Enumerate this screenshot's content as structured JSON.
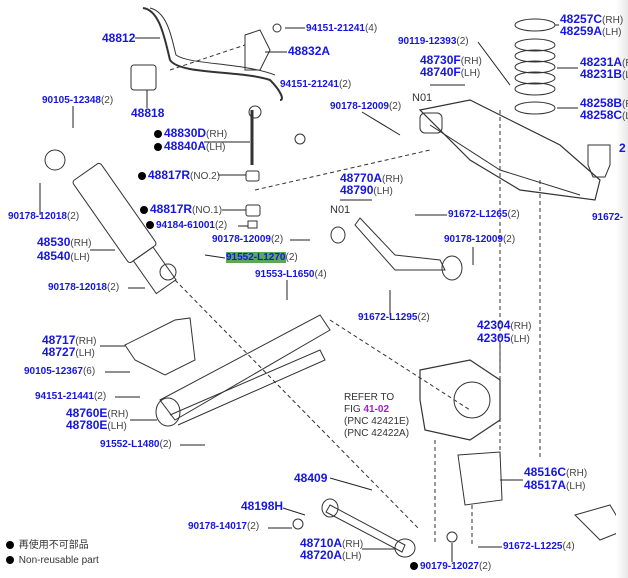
{
  "labels": [
    {
      "code": "48812",
      "suffix": ""
    },
    {
      "code": "94151-21241",
      "suffix": "(4)"
    },
    {
      "code": "48832A",
      "suffix": ""
    },
    {
      "code": "94151-21241",
      "suffix": "(2)"
    },
    {
      "code": "48818",
      "suffix": ""
    },
    {
      "code": "90105-12348",
      "suffix": "(2)"
    },
    {
      "code": "48830D",
      "suffix": "(RH)"
    },
    {
      "code": "48840A",
      "suffix": "(LH)"
    },
    {
      "code": "48817R",
      "suffix": "(NO.2)"
    },
    {
      "code": "48817R",
      "suffix": "(NO.1)"
    },
    {
      "code": "94184-61001",
      "suffix": "(2)"
    },
    {
      "code": "90178-12018",
      "suffix": "(2)"
    },
    {
      "code": "48530",
      "suffix": "(RH)"
    },
    {
      "code": "48540",
      "suffix": "(LH)"
    },
    {
      "code": "90178-12009",
      "suffix": "(2)"
    },
    {
      "code": "91552-L1270",
      "suffix": "(2)"
    },
    {
      "code": "91553-L1650",
      "suffix": "(4)"
    },
    {
      "code": "90178-12018",
      "suffix": "(2)"
    },
    {
      "code": "90119-12393",
      "suffix": "(2)"
    },
    {
      "code": "48730F",
      "suffix": "(RH)"
    },
    {
      "code": "48740F",
      "suffix": "(LH)"
    },
    {
      "code": "90178-12009",
      "suffix": "(2)"
    },
    {
      "code": "48257C",
      "suffix": "(RH)"
    },
    {
      "code": "48259A",
      "suffix": "(LH)"
    },
    {
      "code": "48231A",
      "suffix": "(R"
    },
    {
      "code": "48231B",
      "suffix": "(L"
    },
    {
      "code": "48258B",
      "suffix": "(R"
    },
    {
      "code": "48258C",
      "suffix": "(L"
    },
    {
      "code": "2",
      "suffix": ""
    },
    {
      "code": "48770A",
      "suffix": "(RH)"
    },
    {
      "code": "48790",
      "suffix": "(LH)"
    },
    {
      "code": "91672-L1265",
      "suffix": "(2)"
    },
    {
      "code": "90178-12009",
      "suffix": "(2)"
    },
    {
      "code": "91672-",
      "suffix": ""
    },
    {
      "code": "91672-L1295",
      "suffix": "(2)"
    },
    {
      "code": "42304",
      "suffix": "(RH)"
    },
    {
      "code": "42305",
      "suffix": "(LH)"
    },
    {
      "code": "48717",
      "suffix": "(RH)"
    },
    {
      "code": "48727",
      "suffix": "(LH)"
    },
    {
      "code": "90105-12367",
      "suffix": "(6)"
    },
    {
      "code": "94151-21441",
      "suffix": "(2)"
    },
    {
      "code": "48760E",
      "suffix": "(RH)"
    },
    {
      "code": "48780E",
      "suffix": "(LH)"
    },
    {
      "code": "91552-L1480",
      "suffix": "(2)"
    },
    {
      "code": "48516C",
      "suffix": "(RH)"
    },
    {
      "code": "48517A",
      "suffix": "(LH)"
    },
    {
      "code": "48409",
      "suffix": ""
    },
    {
      "code": "48198H",
      "suffix": ""
    },
    {
      "code": "90178-14017",
      "suffix": "(2)"
    },
    {
      "code": "48710A",
      "suffix": "(RH)"
    },
    {
      "code": "48720A",
      "suffix": "(LH)"
    },
    {
      "code": "91672-L1225",
      "suffix": "(4)"
    },
    {
      "code": "90179-12027",
      "suffix": "(2)"
    }
  ],
  "n01": "N01",
  "refer": {
    "line1": "REFER TO",
    "fig_prefix": "FIG ",
    "fig_link": "41-02",
    "pnc1": "(PNC 42421E)",
    "pnc2": "(PNC 42422A)"
  },
  "legend": {
    "jp": "再使用不可部品",
    "en": "Non-reusable part"
  },
  "colors": {
    "part_number": "#1515e6",
    "highlight": "#5aa85a",
    "fig_link": "#9b1fd6"
  }
}
